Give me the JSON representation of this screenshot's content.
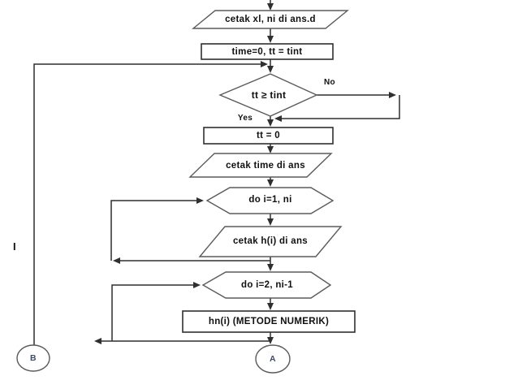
{
  "diagram": {
    "type": "flowchart",
    "colors": {
      "background": "#ffffff",
      "line": "#2f2f2f",
      "shape_border": "#5a5a5a",
      "shape_fill": "#ffffff",
      "text": "#101010",
      "connector_text": "#3f4a63"
    },
    "nodes": {
      "print_init": {
        "type": "input_output",
        "label": "cetak xl, ni di ans.d"
      },
      "init_time": {
        "type": "process",
        "label": "time=0, tt = tint"
      },
      "check_tt": {
        "type": "decision",
        "label": "tt ≥ tint"
      },
      "reset_tt": {
        "type": "process",
        "label": "tt = 0"
      },
      "print_time": {
        "type": "input_output",
        "label": "cetak time di ans"
      },
      "loop_i1": {
        "type": "loop",
        "label": "do i=1, ni"
      },
      "print_h": {
        "type": "input_output",
        "label": "cetak h(i) di ans"
      },
      "loop_i2": {
        "type": "loop",
        "label": "do i=2, ni-1"
      },
      "numeric": {
        "type": "process",
        "label": "hn(i) (METODE NUMERIK)"
      },
      "connector_a": {
        "type": "connector",
        "label": "A"
      },
      "connector_b": {
        "type": "connector",
        "label": "B"
      }
    },
    "edge_labels": {
      "yes": "Yes",
      "no": "No"
    },
    "side_label": "I"
  }
}
